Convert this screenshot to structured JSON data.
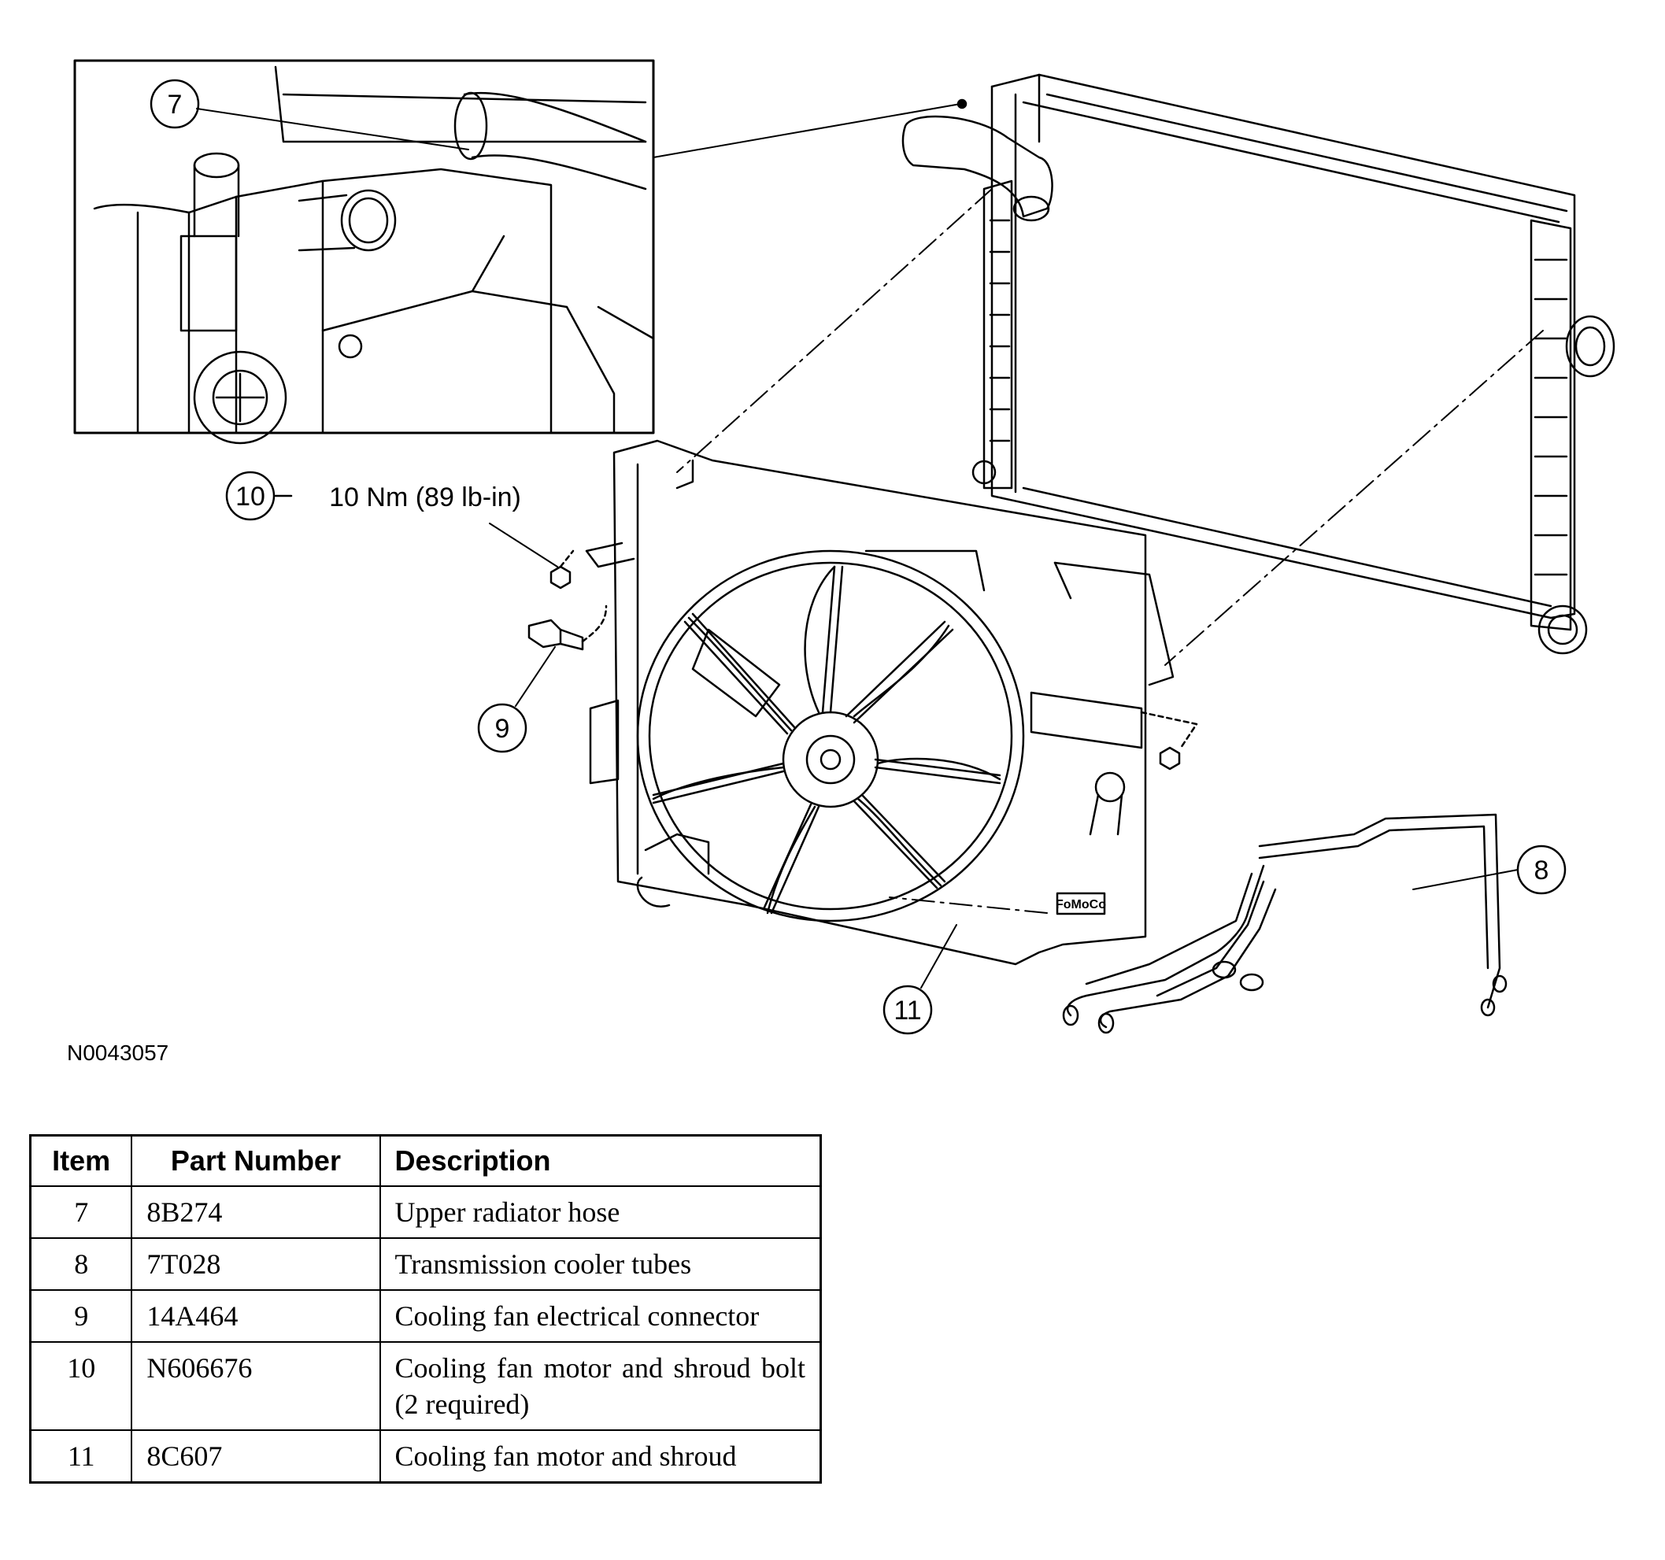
{
  "figure_id": "N0043057",
  "torque_spec": "10 Nm (89 lb-in)",
  "callouts": [
    "7",
    "8",
    "9",
    "10",
    "11"
  ],
  "fan_badge": "FoMoCo",
  "table": {
    "headers": [
      "Item",
      "Part Number",
      "Description"
    ],
    "rows": [
      {
        "item": "7",
        "part": "8B274",
        "desc": "Upper radiator hose"
      },
      {
        "item": "8",
        "part": "7T028",
        "desc": "Transmission cooler tubes"
      },
      {
        "item": "9",
        "part": "14A464",
        "desc": "Cooling fan electrical connector"
      },
      {
        "item": "10",
        "part": "N606676",
        "desc": "Cooling fan motor and shroud bolt (2 required)"
      },
      {
        "item": "11",
        "part": "8C607",
        "desc": "Cooling fan motor and shroud"
      }
    ]
  }
}
